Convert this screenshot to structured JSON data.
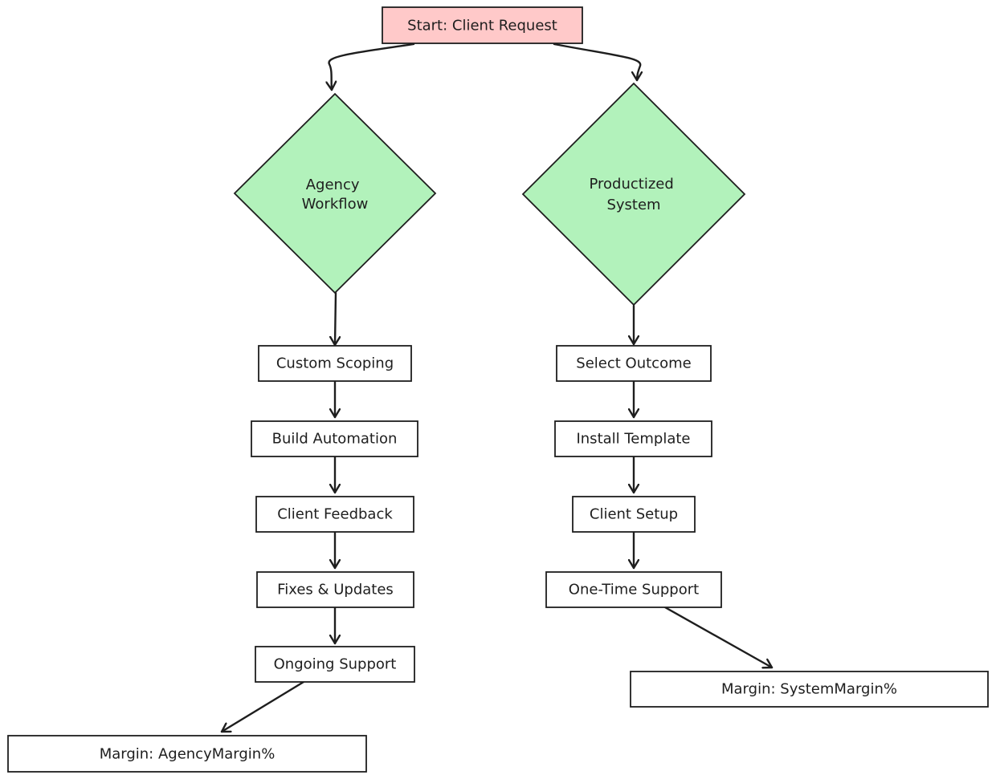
{
  "diagram": {
    "start": {
      "label": "Start: Client Request",
      "fill": "#ffc9c9"
    },
    "agency": {
      "decision": {
        "lines": [
          "Agency",
          "Workflow"
        ],
        "fill": "#b2f2bb"
      },
      "steps": [
        "Custom Scoping",
        "Build Automation",
        "Client Feedback",
        "Fixes & Updates",
        "Ongoing Support"
      ],
      "result": "Margin: AgencyMargin%"
    },
    "productized": {
      "decision": {
        "lines": [
          "Productized",
          "System"
        ],
        "fill": "#b2f2bb"
      },
      "steps": [
        "Select Outcome",
        "Install Template",
        "Client Setup",
        "One-Time Support"
      ],
      "result": "Margin: SystemMargin%"
    }
  }
}
